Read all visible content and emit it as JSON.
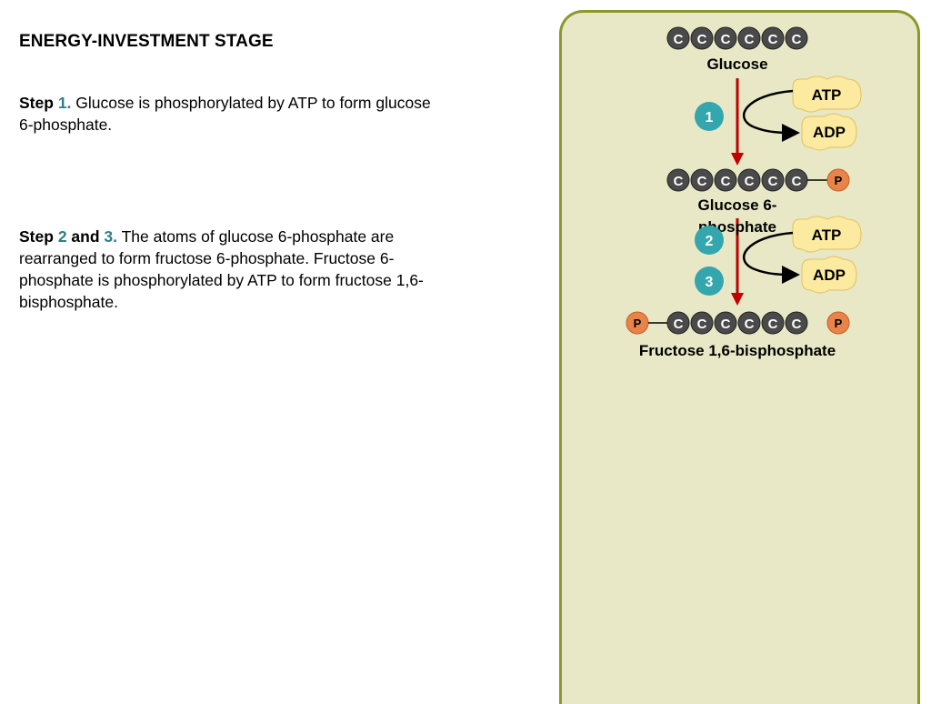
{
  "left": {
    "heading": "ENERGY-INVESTMENT STAGE",
    "step1": {
      "prefix": "Step",
      "number": "1.",
      "text": "Glucose is phosphorylated by ATP to form glucose 6-phosphate."
    },
    "step23": {
      "prefix": "Step",
      "num_a": "2",
      "and": "and",
      "num_b": "3.",
      "text": "The atoms of glucose 6-phosphate are rearranged to form fructose 6-phosphate. Fructose 6-phosphate is phosphorylated by ATP to form fructose 1,6-bisphosphate."
    }
  },
  "diagram": {
    "carbon": "C",
    "phosphate": "P",
    "glucose_label": "Glucose",
    "g6p_label_line1": "Glucose 6-",
    "g6p_label_line2": "phosphate",
    "f16bp_label": "Fructose 1,6-bisphosphate",
    "atp": "ATP",
    "adp": "ADP",
    "step_numbers": [
      "1",
      "2",
      "3"
    ],
    "colors": {
      "panel_bg": "#e8e8c6",
      "panel_border": "#8a9a2a",
      "carbon": "#4a4a4a",
      "phosphate": "#e8844a",
      "step_circle": "#33a6ae",
      "arrow": "#c00000",
      "atp_fill": "#fbeaa0"
    }
  }
}
